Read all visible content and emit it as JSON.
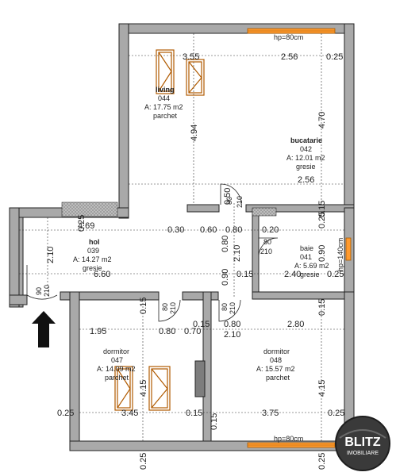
{
  "dimensions": {
    "d355": "3.55",
    "d256": "2.56",
    "d025": "0.25",
    "d470": "4.70",
    "d494": "4.94",
    "d256b": "2.56",
    "d050": "0.50",
    "d015": "0.15",
    "d469": "4.69",
    "d030": "0.30",
    "d060": "0.60",
    "d080": "0.80",
    "d020": "0.20",
    "d210": "2.10",
    "d080v": "0.80",
    "d660": "6.60",
    "d090": "0.90",
    "d015b": "0.15",
    "d240": "2.40",
    "d025c": "0.25",
    "d195": "1.95",
    "d080b": "0.80",
    "d070": "0.70",
    "d015c": "0.15",
    "d080c": "0.80",
    "d280": "2.80",
    "d210b": "2.10",
    "d415": "4.15",
    "d415b": "4.15",
    "d025d": "0.25",
    "d345": "3.45",
    "d015d": "0.15",
    "d375": "3.75",
    "d025e": "0.25",
    "d025f": "0.25",
    "d025g": "0.25",
    "d025h": "0.25",
    "d210c": "2.10",
    "d090b": "0.90",
    "d015e": "0.15",
    "d015f": "0.15",
    "d015g": "0.15",
    "d025i": "0.25"
  },
  "window_labels": {
    "top": "hp=80cm",
    "right": "hp=140cm",
    "bottom": "hp=80cm"
  },
  "door_labels": {
    "d1a": "80",
    "d1b": "210",
    "d2a": "80",
    "d2b": "210",
    "d3a": "80",
    "d3b": "210",
    "d4a": "80",
    "d4b": "210",
    "d5a": "80",
    "d5b": "210",
    "d6a": "90",
    "d6b": "210"
  },
  "rooms": {
    "living": {
      "name": "living",
      "code": "044",
      "area": "A: 17.75 m2",
      "floor": "parchet"
    },
    "bucatarie": {
      "name": "bucatarie",
      "code": "042",
      "area": "A: 12.01 m2",
      "floor": "gresie"
    },
    "hol": {
      "name": "hol",
      "code": "039",
      "area": "A: 14.27 m2",
      "floor": "gresie"
    },
    "baie": {
      "name": "baie",
      "code": "041",
      "area": "A: 5.69 m2",
      "floor": "gresie"
    },
    "dormitor047": {
      "name": "dormitor",
      "code": "047",
      "area": "A: 14.09 m2",
      "floor": "parchet"
    },
    "dormitor048": {
      "name": "dormitor",
      "code": "048",
      "area": "A: 15.57 m2",
      "floor": "parchet"
    }
  },
  "logo": {
    "brand": "BLITZ",
    "sub": "IMOBILIARE"
  },
  "colors": {
    "wall": "#a9a9a9",
    "window": "#ff9a2e",
    "entrance_arrow": "#111111"
  },
  "icons": {
    "entrance": "entrance-arrow-icon",
    "logo": "blitz-logo"
  }
}
